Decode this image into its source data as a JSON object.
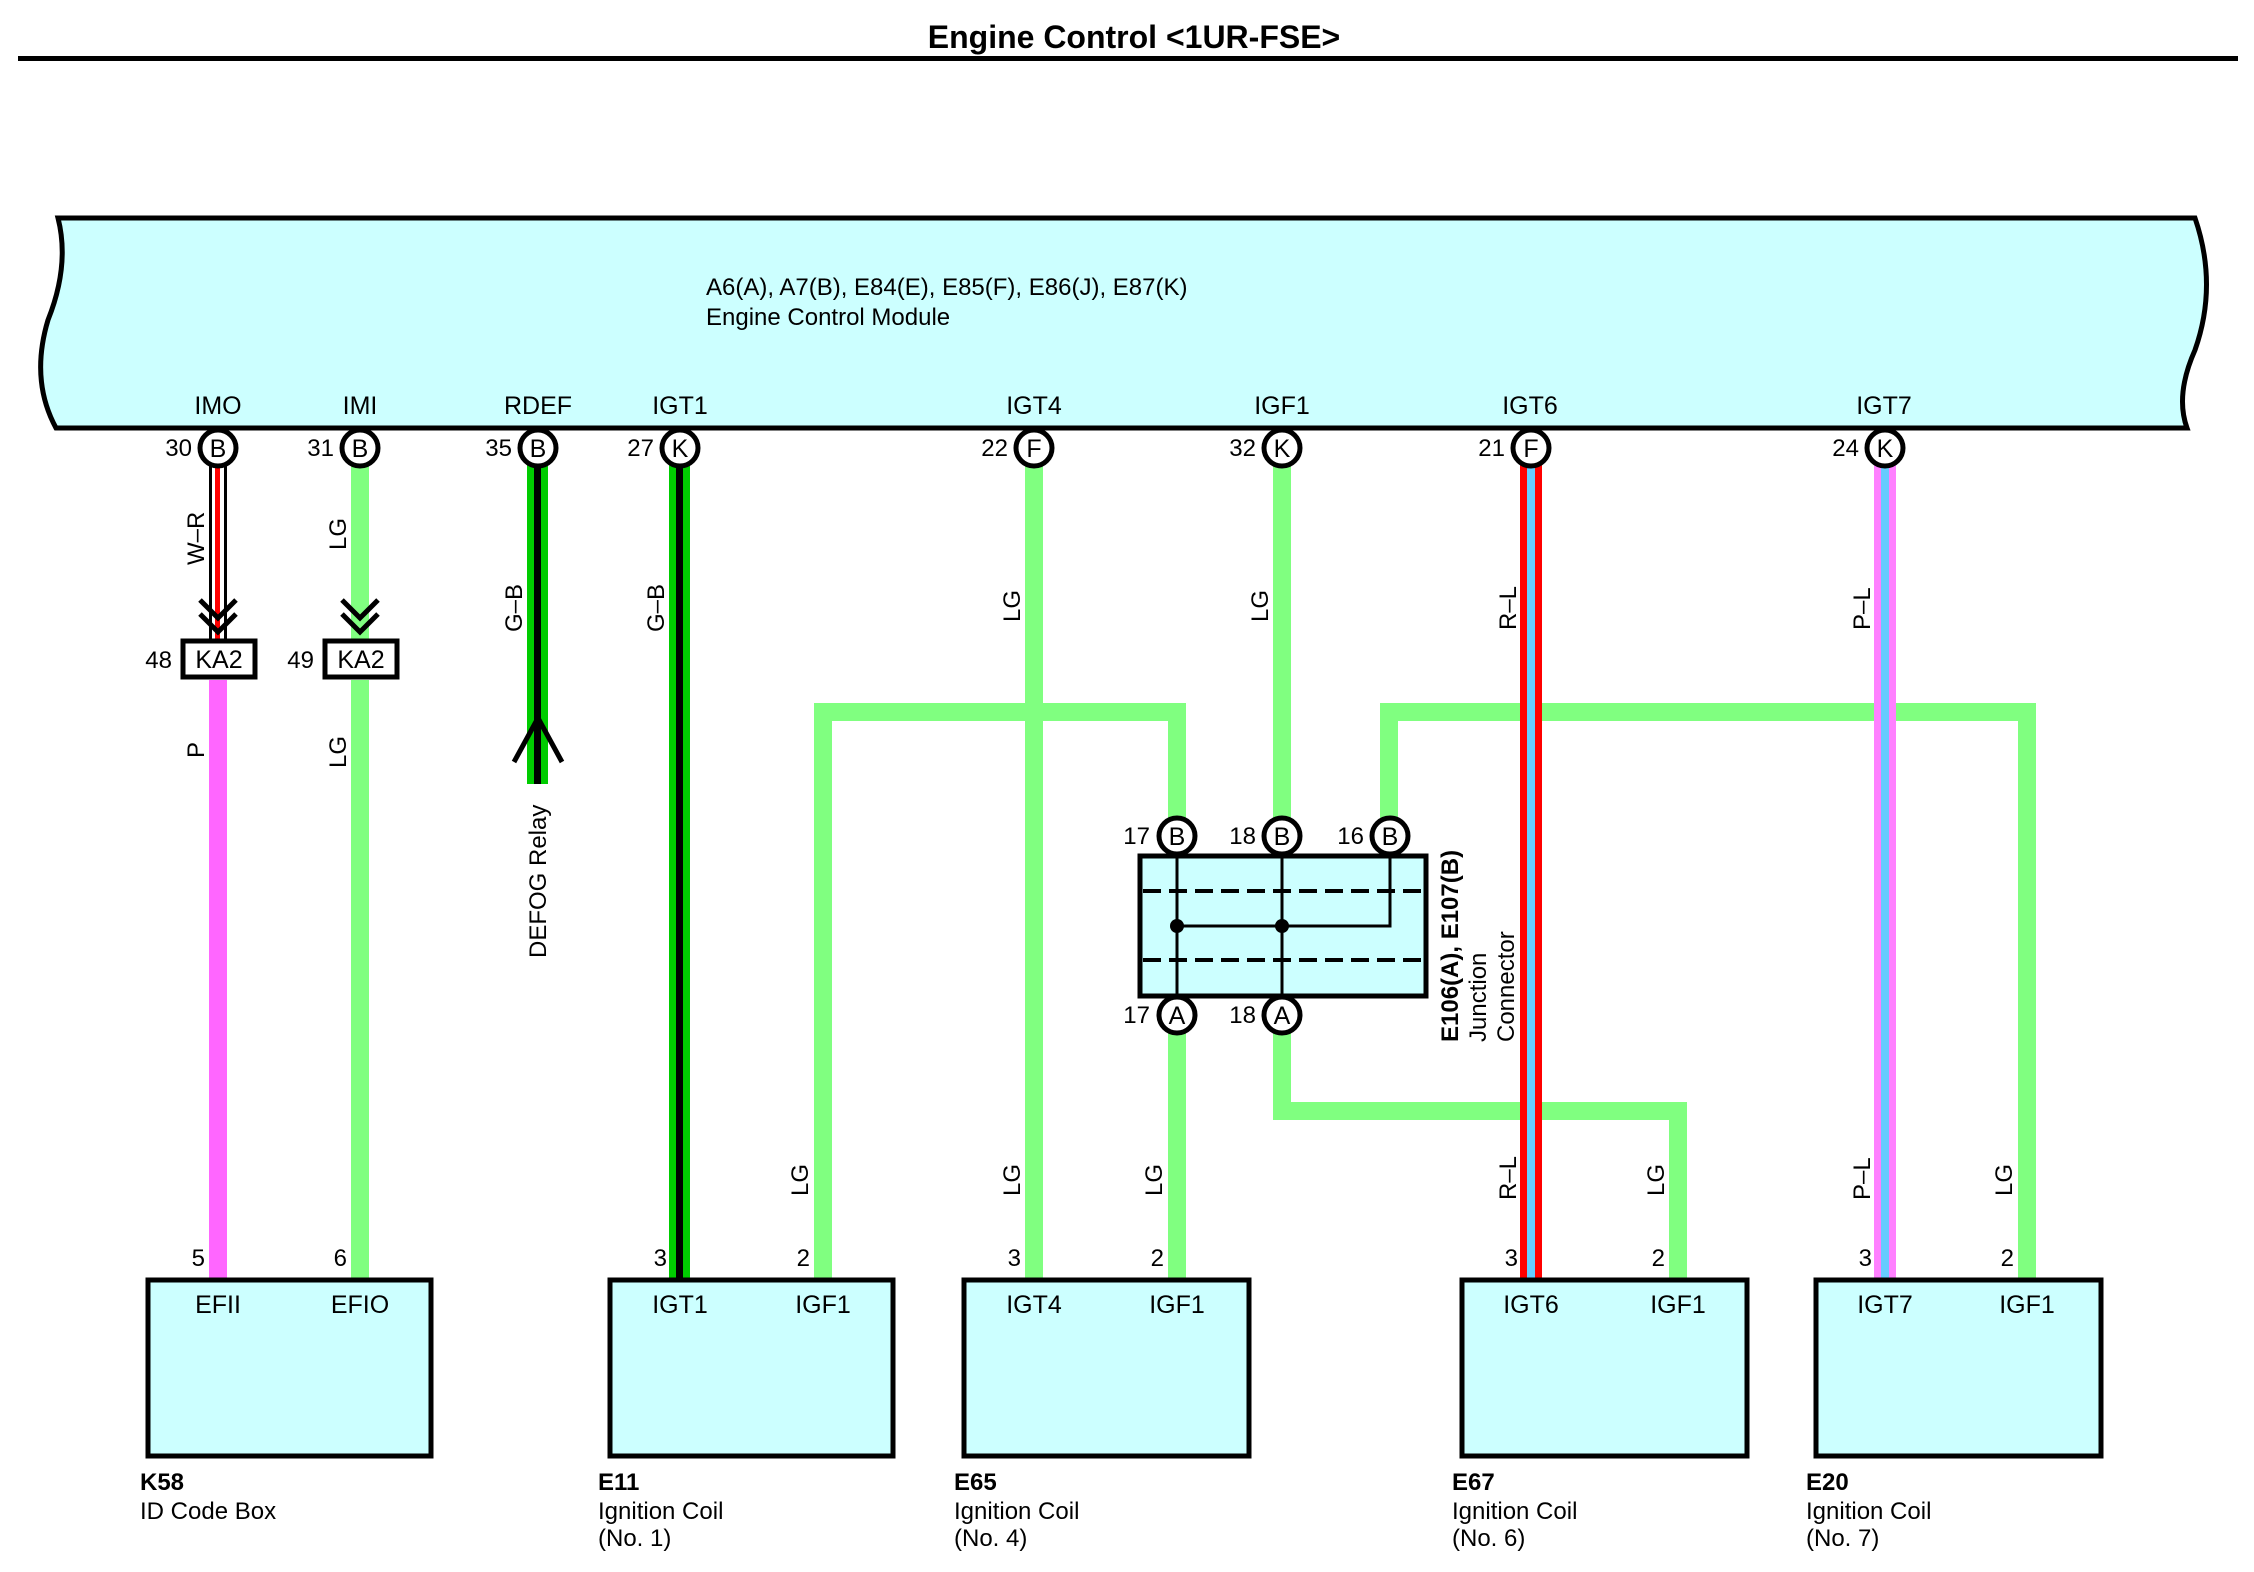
{
  "title": "Engine Control <1UR-FSE>",
  "colors": {
    "module_fill": "#ccffff",
    "wire_lg": "#80ff80",
    "wire_p": "#ff66ff",
    "wire_red": "#ff0000",
    "wire_green": "#00cc00",
    "wire_blue": "#66ccff",
    "wire_pink": "#ff80ff",
    "wire_white_red_stripe": "#ff0000"
  },
  "ecm": {
    "connectors": "A6(A), A7(B), E84(E), E85(F), E86(J), E87(K)",
    "name": "Engine Control Module",
    "pins": [
      {
        "name": "IMO",
        "num": "30",
        "conn": "B"
      },
      {
        "name": "IMI",
        "num": "31",
        "conn": "B"
      },
      {
        "name": "RDEF",
        "num": "35",
        "conn": "B"
      },
      {
        "name": "IGT1",
        "num": "27",
        "conn": "K"
      },
      {
        "name": "IGT4",
        "num": "22",
        "conn": "F"
      },
      {
        "name": "IGF1",
        "num": "32",
        "conn": "K"
      },
      {
        "name": "IGT6",
        "num": "21",
        "conn": "F"
      },
      {
        "name": "IGT7",
        "num": "24",
        "conn": "K"
      }
    ]
  },
  "wire_labels": {
    "w_r": "W–R",
    "lg": "LG",
    "p": "P",
    "g_b": "G–B",
    "r_l": "R–L",
    "p_l": "P–L"
  },
  "inline": {
    "ka2_48": {
      "num": "48",
      "label": "KA2"
    },
    "ka2_49": {
      "num": "49",
      "label": "KA2"
    }
  },
  "defog": "DEFOG Relay",
  "junction": {
    "code": "E106(A), E107(B)",
    "name_line1": "Junction",
    "name_line2": "Connector",
    "top_pins": [
      {
        "num": "17",
        "conn": "B"
      },
      {
        "num": "18",
        "conn": "B"
      },
      {
        "num": "16",
        "conn": "B"
      }
    ],
    "bottom_pins": [
      {
        "num": "17",
        "conn": "A"
      },
      {
        "num": "18",
        "conn": "A"
      }
    ]
  },
  "components": [
    {
      "code": "K58",
      "name": "ID Code Box",
      "sub": "",
      "pins": [
        {
          "num": "5",
          "label": "EFII"
        },
        {
          "num": "6",
          "label": "EFIO"
        }
      ]
    },
    {
      "code": "E11",
      "name": "Ignition Coil",
      "sub": "(No. 1)",
      "pins": [
        {
          "num": "3",
          "label": "IGT1"
        },
        {
          "num": "2",
          "label": "IGF1"
        }
      ]
    },
    {
      "code": "E65",
      "name": "Ignition Coil",
      "sub": "(No. 4)",
      "pins": [
        {
          "num": "3",
          "label": "IGT4"
        },
        {
          "num": "2",
          "label": "IGF1"
        }
      ]
    },
    {
      "code": "E67",
      "name": "Ignition Coil",
      "sub": "(No. 6)",
      "pins": [
        {
          "num": "3",
          "label": "IGT6"
        },
        {
          "num": "2",
          "label": "IGF1"
        }
      ]
    },
    {
      "code": "E20",
      "name": "Ignition Coil",
      "sub": "(No. 7)",
      "pins": [
        {
          "num": "3",
          "label": "IGT7"
        },
        {
          "num": "2",
          "label": "IGF1"
        }
      ]
    }
  ]
}
